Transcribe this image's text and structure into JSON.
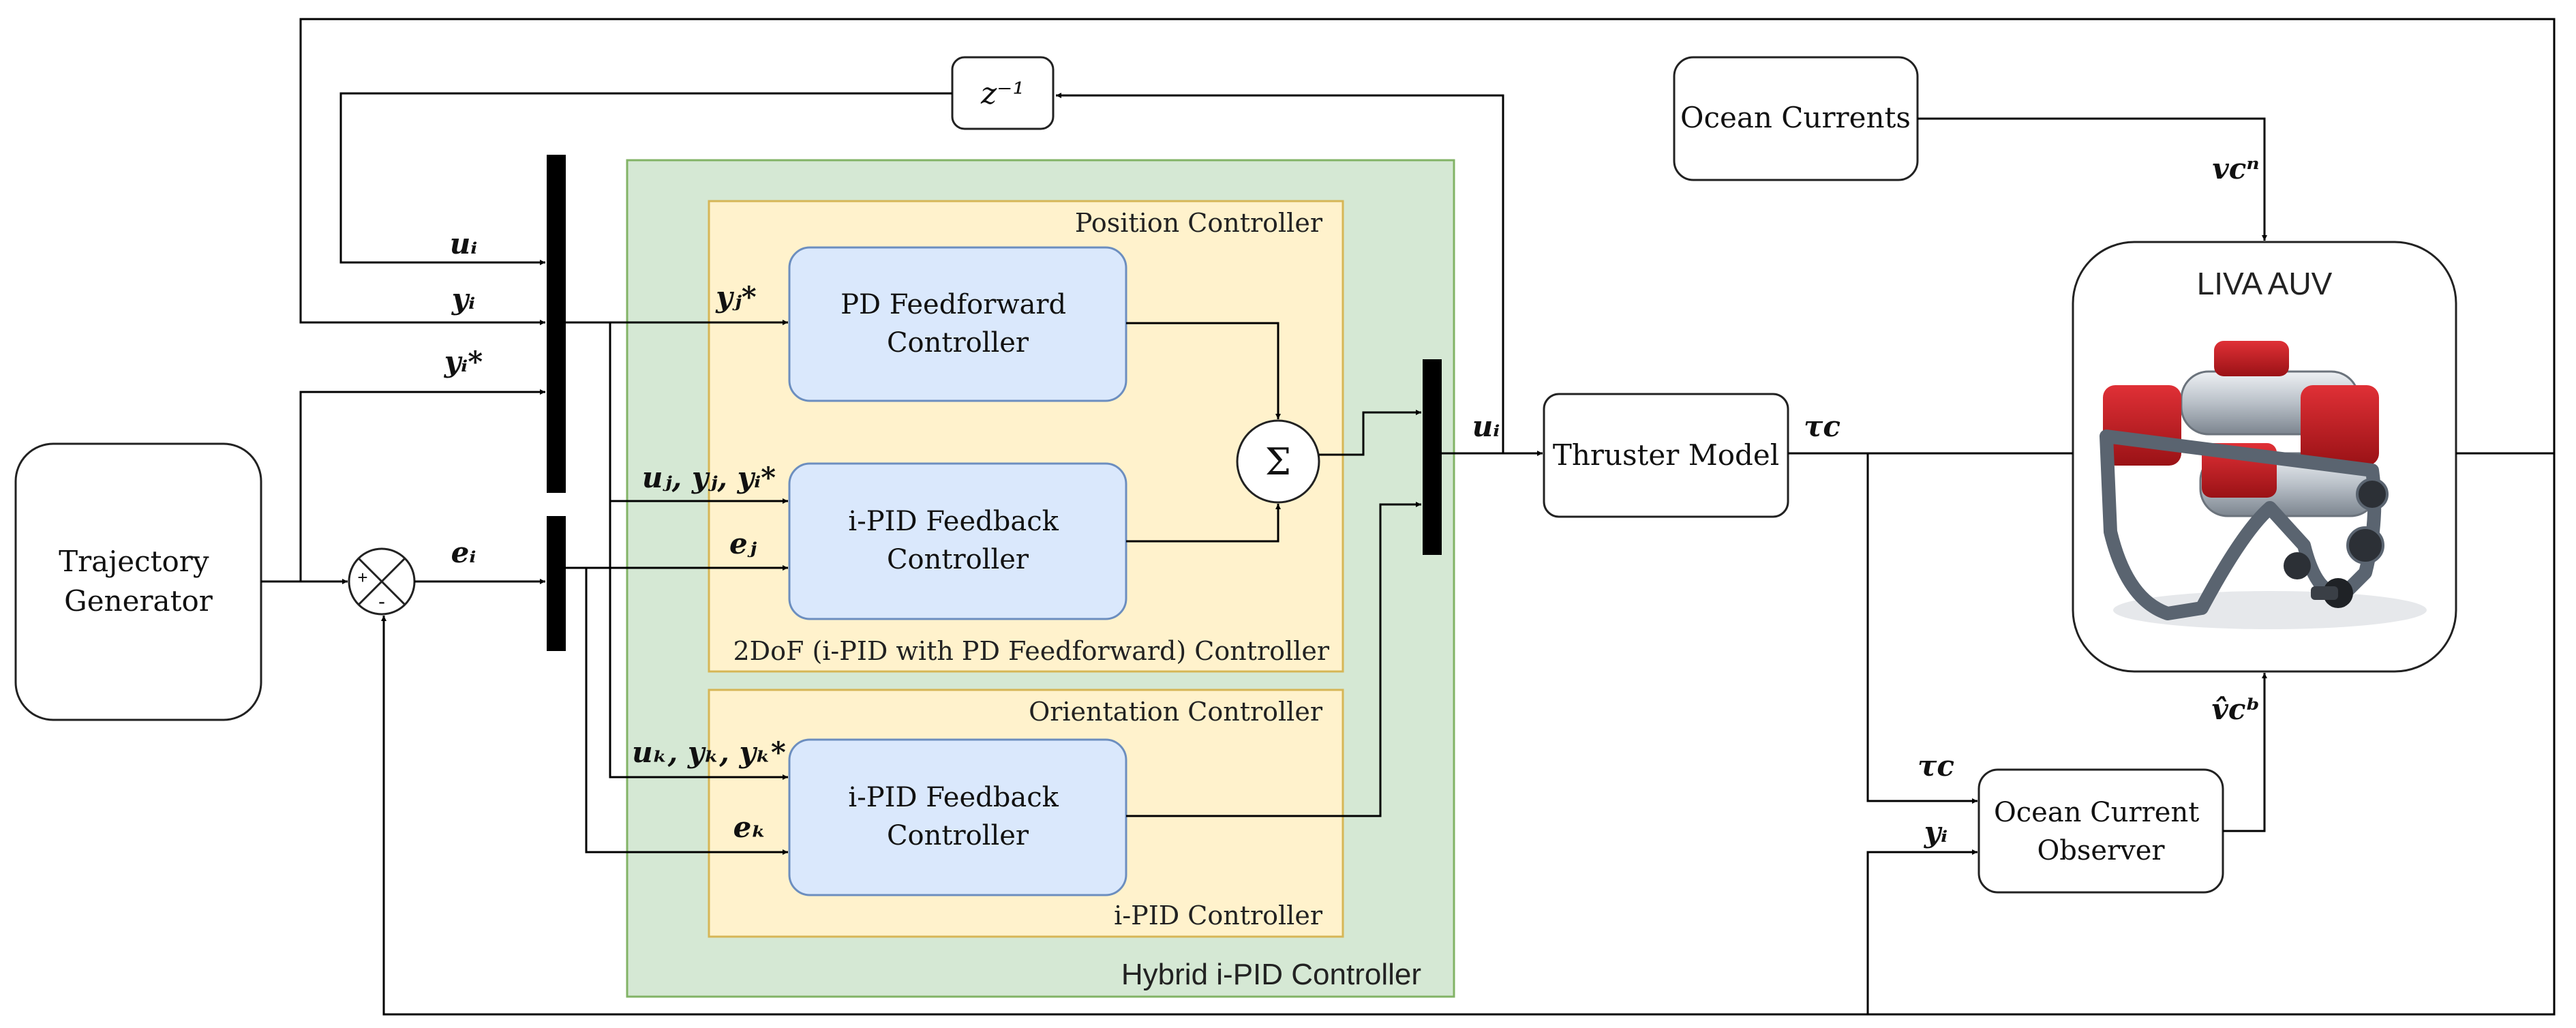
{
  "blocks": {
    "trajectory_generator": "Trajectory Generator",
    "delay": "z⁻¹",
    "pd_feedforward": "PD Feedforward Controller",
    "ipid_feedback_position": "i-PID Feedback Controller",
    "ipid_feedback_orientation": "i-PID Feedback Controller",
    "summation": "Σ",
    "thruster_model": "Thruster Model",
    "ocean_currents": "Ocean Currents",
    "auv": "LIVA AUV",
    "ocean_current_observer": "Ocean Current Observer",
    "comparator_signs": [
      "+",
      "-"
    ]
  },
  "regions": {
    "hybrid": "Hybrid i-PID Controller",
    "position_controller": "Position Controller",
    "twodof": "2DoF (i-PID with PD Feedforward) Controller",
    "orientation_controller": "Orientation Controller",
    "ipid_controller": "i-PID Controller"
  },
  "signals": {
    "u_i_mux": "uᵢ",
    "y_i_mux": "yᵢ",
    "y_i_star_mux": "yᵢ*",
    "e_i": "eᵢ",
    "y_j_star": "yⱼ*",
    "ujyjyi_star": "uⱼ, yⱼ, yᵢ*",
    "e_j": "eⱼ",
    "ukykyk_star": "uₖ, yₖ, yₖ*",
    "e_k": "eₖ",
    "u_i_out": "uᵢ",
    "tau_c_out": "τc",
    "v_c_n": "vcⁿ",
    "tau_c_obs": "τc",
    "y_i_obs": "yᵢ",
    "v_c_b_hat": "v̂cᵇ"
  },
  "colors": {
    "hybrid_fill": "#d5e8d4",
    "hybrid_stroke": "#82b366",
    "sub_fill": "#fff2cc",
    "sub_stroke": "#d6b656",
    "block_fill": "#dae8fc",
    "block_stroke": "#6c8ebf",
    "auv_red": "#c0181c",
    "auv_frame": "#5a6470"
  }
}
